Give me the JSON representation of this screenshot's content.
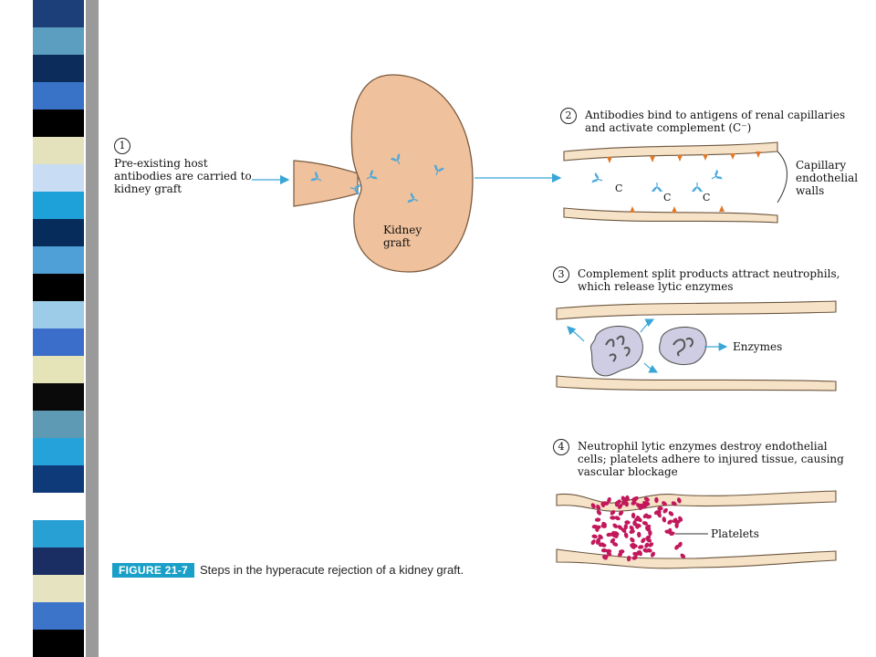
{
  "slide": {
    "strip_colors": [
      "#1c3f7a",
      "#5b9ec0",
      "#0c2c5c",
      "#3873c8",
      "#000000",
      "#e4e2bc",
      "#c8dcf4",
      "#1ea0d8",
      "#062c5c",
      "#50a0d8",
      "#000000",
      "#9ccce8",
      "#3a6eca",
      "#e4e4b8",
      "#0a0a0a",
      "#5e9ab4",
      "#26a2da",
      "#0f3a7a",
      "#ffffff",
      "#28a0d4",
      "#1a2e64",
      "#e6e4c0",
      "#3c74ca",
      "#000000"
    ]
  },
  "figure": {
    "step1": {
      "num": "1",
      "text": "Pre-existing host\nantibodies are carried to\nkidney graft"
    },
    "kidney_label": "Kidney\ngraft",
    "step2": {
      "num": "2",
      "text": "Antibodies bind to antigens of renal capillaries\nand activate complement (C⁻)"
    },
    "capillary_label": "Capillary\nendothelial\nwalls",
    "complement_labels": [
      "C",
      "C",
      "C"
    ],
    "step3": {
      "num": "3",
      "text": "Complement split products attract neutrophils,\nwhich release lytic enzymes"
    },
    "enzymes_label": "Enzymes",
    "step4": {
      "num": "4",
      "text": "Neutrophil lytic enzymes destroy endothelial\ncells; platelets adhere to injured tissue, causing\nvascular blockage"
    },
    "platelets_label": "Platelets",
    "caption_tag": "FIGURE 21-7",
    "caption_text": "Steps in the hyperacute rejection of a kidney graft."
  },
  "colors": {
    "kidney": "#efc19c",
    "vessel_wall": "#f6e2c6",
    "antibody": "#4aa8dc",
    "antigen": "#e07a2a",
    "neutrophil": "#cfcde3",
    "platelet": "#c2185b",
    "arrow": "#3aa6d8"
  }
}
